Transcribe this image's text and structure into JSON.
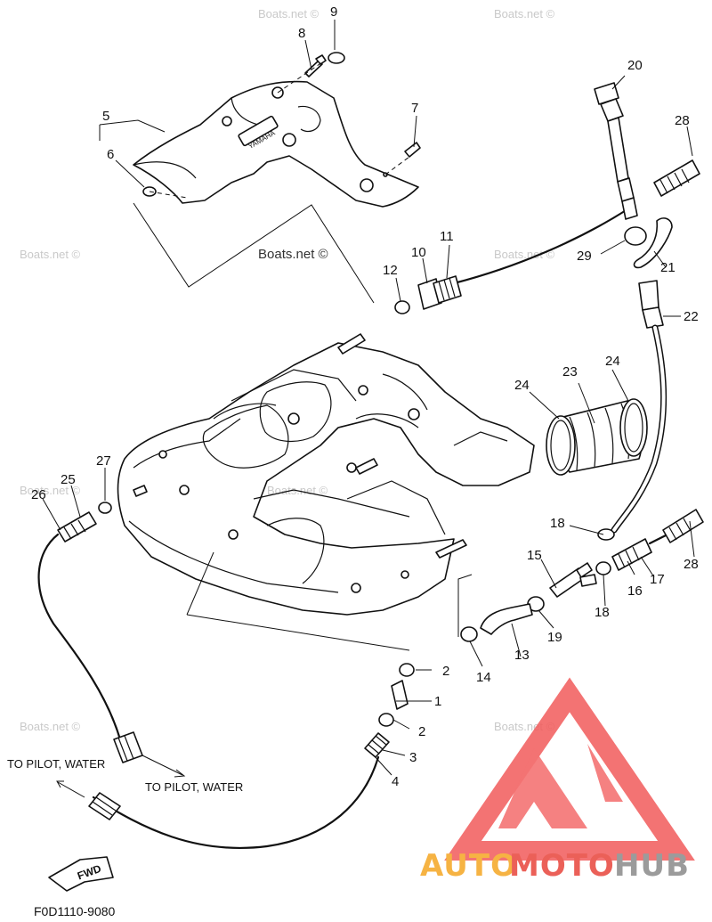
{
  "watermarks": [
    "Boats.net ©",
    "Boats.net ©",
    "Boats.net ©",
    "Boats.net ©",
    "Boats.net ©",
    "Boats.net ©",
    "Boats.net ©",
    "Boats.net ©"
  ],
  "center_watermark": "Boats.net ©",
  "brand_on_cover": "YAMAHA",
  "callouts": [
    "1",
    "2",
    "2",
    "3",
    "4",
    "5",
    "6",
    "7",
    "8",
    "9",
    "10",
    "11",
    "12",
    "13",
    "14",
    "15",
    "16",
    "17",
    "18",
    "18",
    "19",
    "20",
    "21",
    "22",
    "23",
    "24",
    "24",
    "25",
    "26",
    "27",
    "28",
    "28",
    "29"
  ],
  "notes": {
    "pilot_left": "TO PILOT, WATER",
    "pilot_right": "TO PILOT, WATER",
    "fwd": "FWD"
  },
  "figure_code": "F0D1110-9080",
  "logo": {
    "part1": "AUTO",
    "part2": "MOTO",
    "part3": "HUB",
    "colors": {
      "orange": "#f5a623",
      "red": "#e8453c",
      "grey": "#8a8a8a",
      "triangle": "#f25b5b"
    }
  }
}
